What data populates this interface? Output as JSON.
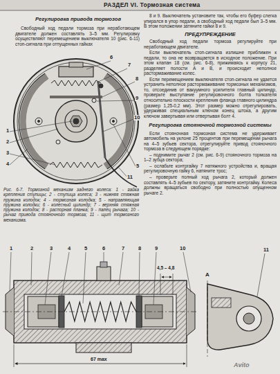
{
  "diagram": {
    "title": "РАЗДЕЛ VI. Тормозная система",
    "caption": "Рис. 6-7. Тормозной механизм заднего колеса: 1 - гайка крепления ступицы; 2 - ступица колеса; 3 - нижняя стяжная пружина колодок; 4 - тормозная колодка; 5 - направляющая пружина колодки; 6 - колесный цилиндр; 7 - верхняя стяжная пружина колодок; 8 - распорная планка; 9 - палец рычага; 10 - рычаг привода стояночного тормоза; 11 - щит тормозного механизма.",
    "labels": [
      "Регулировка привода тормозов",
      "Свободный ход педали тормоза при неработающем двигателе должен составлять 3–5 мм. Регулировку осуществляют перемещением выключателя 10 (рис. 6-11) стоп-сигнала при отпущенных гайках",
      "8 и 9. Выключатель установите так, чтобы его буфер слегка упирался в упор педали, а свободный ход педали был 3–5 мм. В этом положении затяните гайки 8 и 9.",
      "ПРЕДУПРЕЖДЕНИЕ",
      "Свободный ход педали тормоза регулируйте при неработающем двигателе.",
      "Если выключатель стоп-сигнала излишне приближен к педали, то она не возвращается в исходное положение. При этом клапан 18 (см. рис. 6-8), прижимаясь к корпусу 21, разделяет полости А и В, и происходит неполное растормаживание колес.",
      "Если перемещением выключателя стоп-сигнала не удается устранить неполное растормаживание тормозных механизмов, то, отсоединив от вакуумного усилителя главный цилиндр, проверьте выступание регулировочного болта толкателя относительно плоскости крепления фланца главного цилиндра (размер 1,25-0,2 мм). Этот размер можно отрегулировать, удерживая специальным ключом конец штока, а другим ключом завертывая или отвертывая болт 4.",
      "Регулировка стояночной тормозной системы",
      "Если стояночная тормозная система не удерживает автомобиль на уклоне 25 процентов при перемещении рычага на 4–5 зубьев сектора, отрегулируйте привод стояночного тормоза в следующем порядке:",
      "– поднимите рычаг 2 (см. рис. 6-9) стояночного тормоза на 1–2 зубца сектора;",
      "– ослабьте контргайку 7 натяжного устройства и, вращая регулировочную гайку 6, натяните трос;",
      "– проверьте полный ход рычага 2, который должен составлять 4–5 зубьев по сектору, затяните контргайку. Колеса должны вращаться свободно при полностью опущенном рычаге 2.",
      "1",
      "2",
      "3",
      "4",
      "5",
      "6",
      "7",
      "8",
      "9",
      "10",
      "11",
      "1",
      "2",
      "3",
      "4",
      "5",
      "6",
      "7",
      "8",
      "9",
      "10",
      "11",
      "4,5 – 4,8",
      "67 max",
      "А",
      "Avito"
    ]
  }
}
